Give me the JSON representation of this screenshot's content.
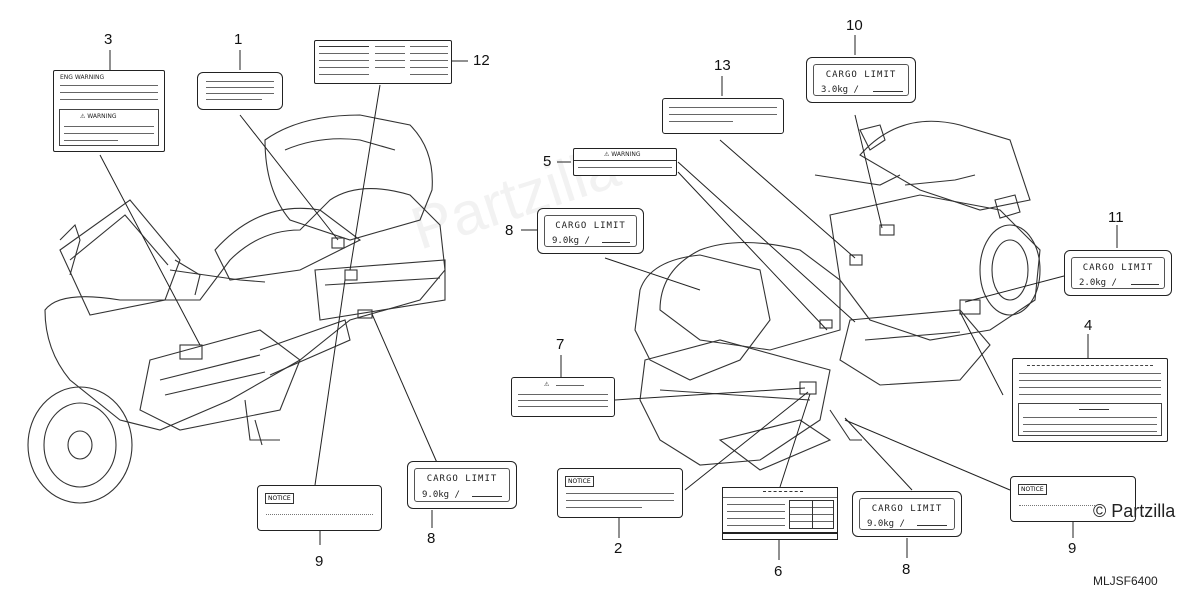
{
  "labels": {
    "l1": {
      "number": "1"
    },
    "l2": {
      "number": "2",
      "header": "NOTICE"
    },
    "l3": {
      "number": "3",
      "header": "ENG WARNING",
      "warning": "⚠ WARNING"
    },
    "l4": {
      "number": "4"
    },
    "l5": {
      "number": "5",
      "warning": "⚠ WARNING"
    },
    "l6": {
      "number": "6"
    },
    "l7": {
      "number": "7"
    },
    "l8a": {
      "number": "8",
      "title": "CARGO LIMIT",
      "weight": "9.0kg /"
    },
    "l8b": {
      "number": "8",
      "title": "CARGO LIMIT",
      "weight": "9.0kg /"
    },
    "l8c": {
      "number": "8",
      "title": "CARGO LIMIT",
      "weight": "9.0kg /"
    },
    "l9a": {
      "number": "9",
      "header": "NOTICE"
    },
    "l9b": {
      "number": "9",
      "header": "NOTICE"
    },
    "l10": {
      "number": "10",
      "title": "CARGO LIMIT",
      "weight": "3.0kg /"
    },
    "l11": {
      "number": "11",
      "title": "CARGO LIMIT",
      "weight": "2.0kg /"
    },
    "l12": {
      "number": "12"
    },
    "l13": {
      "number": "13"
    }
  },
  "footer": {
    "copyright": "© Partzilla",
    "diagram_code": "MLJSF6400"
  },
  "colors": {
    "line": "#222222",
    "background": "#ffffff"
  }
}
